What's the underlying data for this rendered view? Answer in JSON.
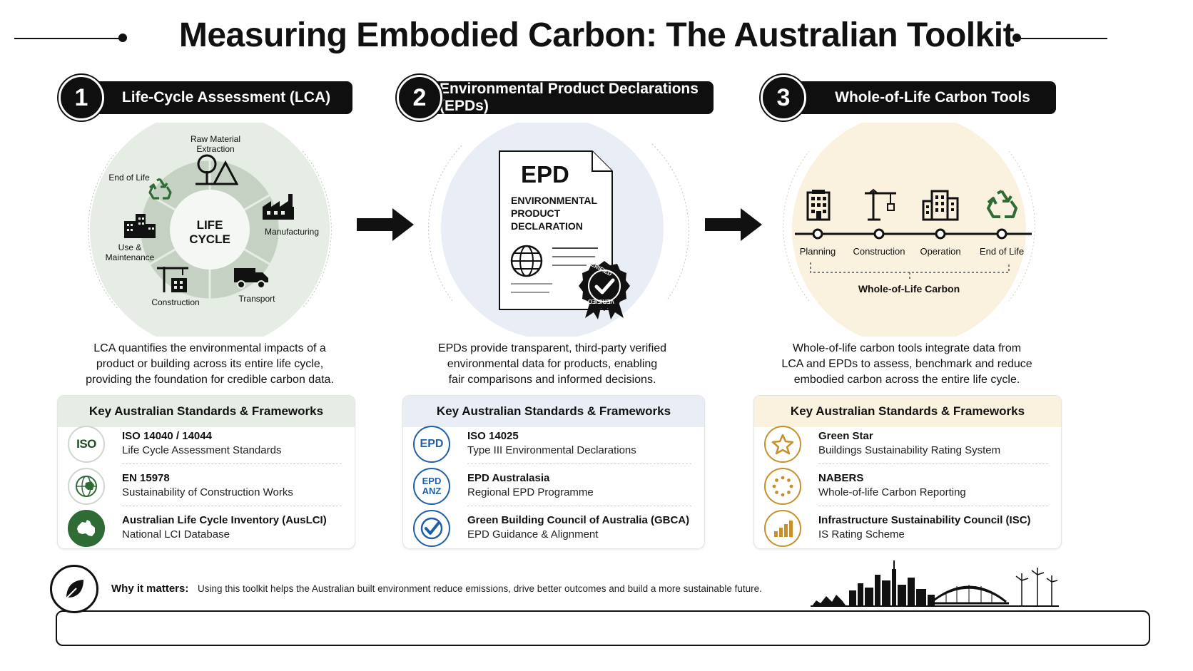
{
  "title": "Measuring Embodied Carbon: The Australian Toolkit",
  "colors": {
    "lca_tint": "#e6ede5",
    "epd_tint": "#e8edf6",
    "wol_tint": "#fbf1df",
    "dark": "#0f0f0f",
    "epd_blue": "#1f5fa8",
    "gold": "#c8902a",
    "green": "#2f6b35"
  },
  "sections": [
    {
      "number": "1",
      "header": "Life-Cycle Assessment (LCA)",
      "cycle": {
        "center_line1": "LIFE",
        "center_line2": "CYCLE",
        "stage_raw_line1": "Raw Material",
        "stage_raw_line2": "Extraction",
        "stage_manufacturing": "Manufacturing",
        "stage_transport": "Transport",
        "stage_construction": "Construction",
        "stage_use": "Use & Maintenance",
        "stage_eol": "End of Life"
      },
      "desc": [
        "LCA quantifies the environmental impacts of a",
        "product or building across its entire life cycle,",
        "providing the foundation for credible carbon data."
      ],
      "card_title": "Key Australian Standards & Frameworks",
      "items": [
        {
          "icon": "iso-icon",
          "icon_text": "ISO",
          "title": "ISO 14040 / 14044",
          "subtitle": "Life Cycle Assessment Standards"
        },
        {
          "icon": "globe-australia-icon",
          "title": "EN 15978",
          "subtitle": "Sustainability of Construction Works"
        },
        {
          "icon": "australia-map-icon",
          "title": "Australian Life Cycle Inventory (AusLCI)",
          "subtitle": "National LCI Database"
        }
      ]
    },
    {
      "number": "2",
      "header": "Environmental Product Declarations (EPDs)",
      "doc": {
        "big": "EPD",
        "line1": "ENVIRONMENTAL",
        "line2": "PRODUCT",
        "line3": "DECLARATION",
        "seal_top": "VERIFIED",
        "seal_bottom": "VERIFIED"
      },
      "desc": [
        "EPDs provide transparent, third-party verified",
        "environmental data for products, enabling",
        "fair comparisons and informed decisions."
      ],
      "card_title": "Key Australian Standards & Frameworks",
      "items": [
        {
          "icon": "epd-icon",
          "icon_text": "EPD",
          "title": "ISO 14025",
          "subtitle": "Type III Environmental Declarations"
        },
        {
          "icon": "epd-anz-icon",
          "icon_text1": "EPD",
          "icon_text2": "ANZ",
          "title": "EPD Australasia",
          "subtitle": "Regional EPD Programme"
        },
        {
          "icon": "check-circle-icon",
          "title": "Green Building Council of Australia (GBCA)",
          "subtitle": "EPD Guidance & Alignment"
        }
      ]
    },
    {
      "number": "3",
      "header": "Whole-of-Life Carbon Tools",
      "timeline": [
        "Planning",
        "Construction",
        "Operation",
        "End of Life"
      ],
      "timeline_caption": "Whole-of-Life Carbon",
      "desc": [
        "Whole-of-life carbon tools integrate data from",
        "LCA and EPDs to assess, benchmark and reduce",
        "embodied carbon across the entire life cycle."
      ],
      "card_title": "Key Australian Standards & Frameworks",
      "items": [
        {
          "icon": "star-icon",
          "title": "Green Star",
          "subtitle": "Buildings Sustainability Rating System"
        },
        {
          "icon": "dotted-circle-icon",
          "title": "NABERS",
          "subtitle": "Whole-of-life Carbon Reporting"
        },
        {
          "icon": "bar-chart-icon",
          "title": "Infrastructure Sustainability Council (ISC)",
          "subtitle": "IS Rating Scheme"
        }
      ]
    }
  ],
  "footer": {
    "label": "Why it matters:",
    "text": "Using this toolkit helps the Australian built environment reduce emissions, drive better outcomes and build a more sustainable future."
  }
}
